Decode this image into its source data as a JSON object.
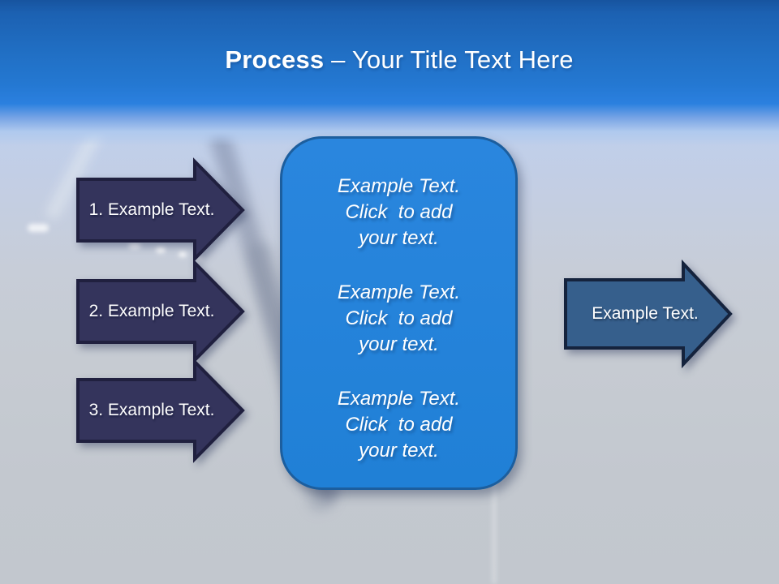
{
  "title": {
    "emphasis": "Process",
    "rest": " – Your Title Text Here"
  },
  "left_arrows": [
    {
      "label": "1. Example Text."
    },
    {
      "label": "2. Example Text."
    },
    {
      "label": "3. Example Text."
    }
  ],
  "center_box": {
    "paragraphs": [
      {
        "line1": "Example Text.",
        "line2": "Click  to add",
        "line3": "your text."
      },
      {
        "line1": "Example Text.",
        "line2": "Click  to add",
        "line3": "your text."
      },
      {
        "line1": "Example Text.",
        "line2": "Click  to add",
        "line3": "your text."
      }
    ]
  },
  "right_arrow": {
    "label": "Example Text."
  },
  "colors": {
    "navy_arrow": "#34345C",
    "navy_arrow_border": "#20203F",
    "steel_arrow": "#365F8C",
    "steel_arrow_border": "#15233D",
    "box_fill_top": "#2A86DE",
    "box_fill_bottom": "#2080D6",
    "box_border": "#1C5E9E",
    "header_blue": "#2170C5"
  }
}
